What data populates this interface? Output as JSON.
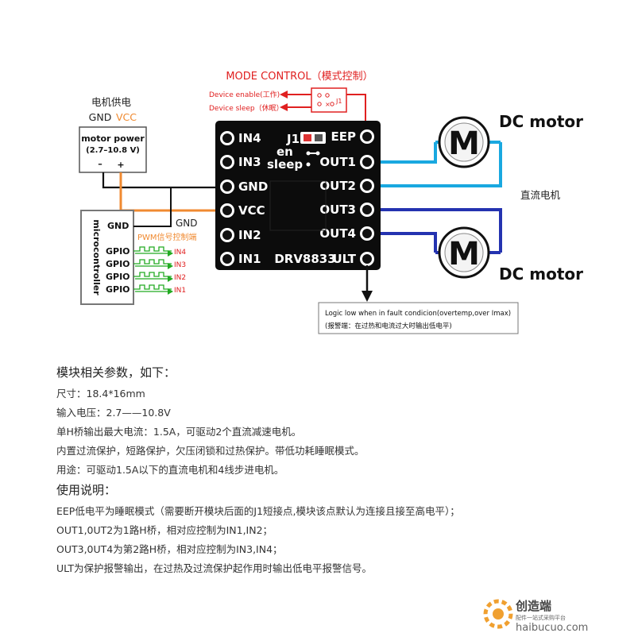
{
  "mode_control": {
    "title": "MODE CONTROL（模式控制）",
    "enable_label": "Device enable(工作)",
    "sleep_label": "Device sleep（休眠）",
    "jumper_label": "J1"
  },
  "power": {
    "cn_label": "电机供电",
    "gnd": "GND",
    "vcc": "VCC",
    "box_title": "motor power",
    "box_range": "(2.7–10.8 V)",
    "minus": "–",
    "plus": "+"
  },
  "microcontroller": {
    "label": "microcontroller",
    "gnd": "GND",
    "gpio": [
      "GPIO",
      "GPIO",
      "GPIO",
      "GPIO"
    ],
    "pwm_label": "PWM信号控制端",
    "inputs": [
      "IN4",
      "IN3",
      "IN2",
      "IN1"
    ]
  },
  "gnd_wire_label": "GND",
  "board": {
    "name": "DRV8833",
    "left_pins": [
      "IN4",
      "IN3",
      "GND",
      "VCC",
      "IN2",
      "IN1"
    ],
    "right_pins": [
      "EEP",
      "OUT1",
      "OUT2",
      "OUT3",
      "OUT4",
      "ULT"
    ],
    "j1": "J1",
    "en": "en",
    "sleep": "sleep"
  },
  "motors": {
    "letter": "M",
    "label": "DC motor",
    "cn_label": "直流电机"
  },
  "fault": {
    "line1": "Logic low when in fault condicion(overtemp,over Imax)",
    "line2": "(报警端：在过热和电流过大时输出低电平)"
  },
  "notes": {
    "params_title": "模块相关参数，如下：",
    "params": [
      "尺寸：18.4*16mm",
      "输入电压：2.7——10.8V",
      "单H桥输出最大电流：1.5A，可驱动2个直流减速电机。",
      "内置过流保护，短路保护，欠压闭锁和过热保护。带低功耗睡眠模式。",
      "用途：可驱动1.5A以下的直流电机和4线步进电机。"
    ],
    "usage_title": "使用说明：",
    "usage": [
      "EEP低电平为睡眠模式（需要断开模块后面的J1短接点,模块该点默认为连接且接至高电平）；",
      "OUT1,0UT2为1路H桥，相对应控制为IN1,IN2；",
      "OUT3,0UT4为第2路H桥，相对应控制为IN3,IN4；",
      "ULT为保护报警输出，在过热及过流保护起作用时输出低电平报警信号。"
    ]
  },
  "watermark": {
    "brand": "创造端",
    "sub": "配件一站式采购平台",
    "url": "haibucuo.com"
  },
  "colors": {
    "mode_red": "#e02020",
    "vcc_orange": "#f08a30",
    "pwm_green": "#22aa22",
    "wire_cyan": "#19a8e0",
    "wire_blue": "#2433b0",
    "board": "#0c0c0c"
  }
}
